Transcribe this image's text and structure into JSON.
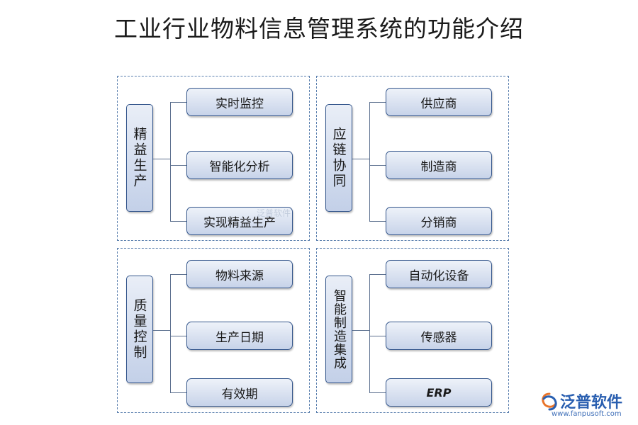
{
  "title": "工业行业物料信息管理系统的功能介绍",
  "panels": [
    {
      "hub": "精益生产",
      "items": [
        "实时监控",
        "智能化分析",
        "实现精益生产"
      ]
    },
    {
      "hub": "应链协同",
      "items": [
        "供应商",
        "制造商",
        "分销商"
      ]
    },
    {
      "hub": "质量控制",
      "items": [
        "物料来源",
        "生产日期",
        "有效期"
      ]
    },
    {
      "hub": "智能制造集成",
      "items": [
        "自动化设备",
        "传感器",
        "ERP"
      ]
    }
  ],
  "watermark": "泛普软件",
  "logo": {
    "name": "泛普软件",
    "url": "www.fanpusoft.com"
  },
  "colors": {
    "border": "#34568c",
    "dashed": "#5a7fae",
    "fill_top": "#eef2f9",
    "fill_bottom": "#c7d3e9",
    "logo": "#2a5fb0"
  }
}
